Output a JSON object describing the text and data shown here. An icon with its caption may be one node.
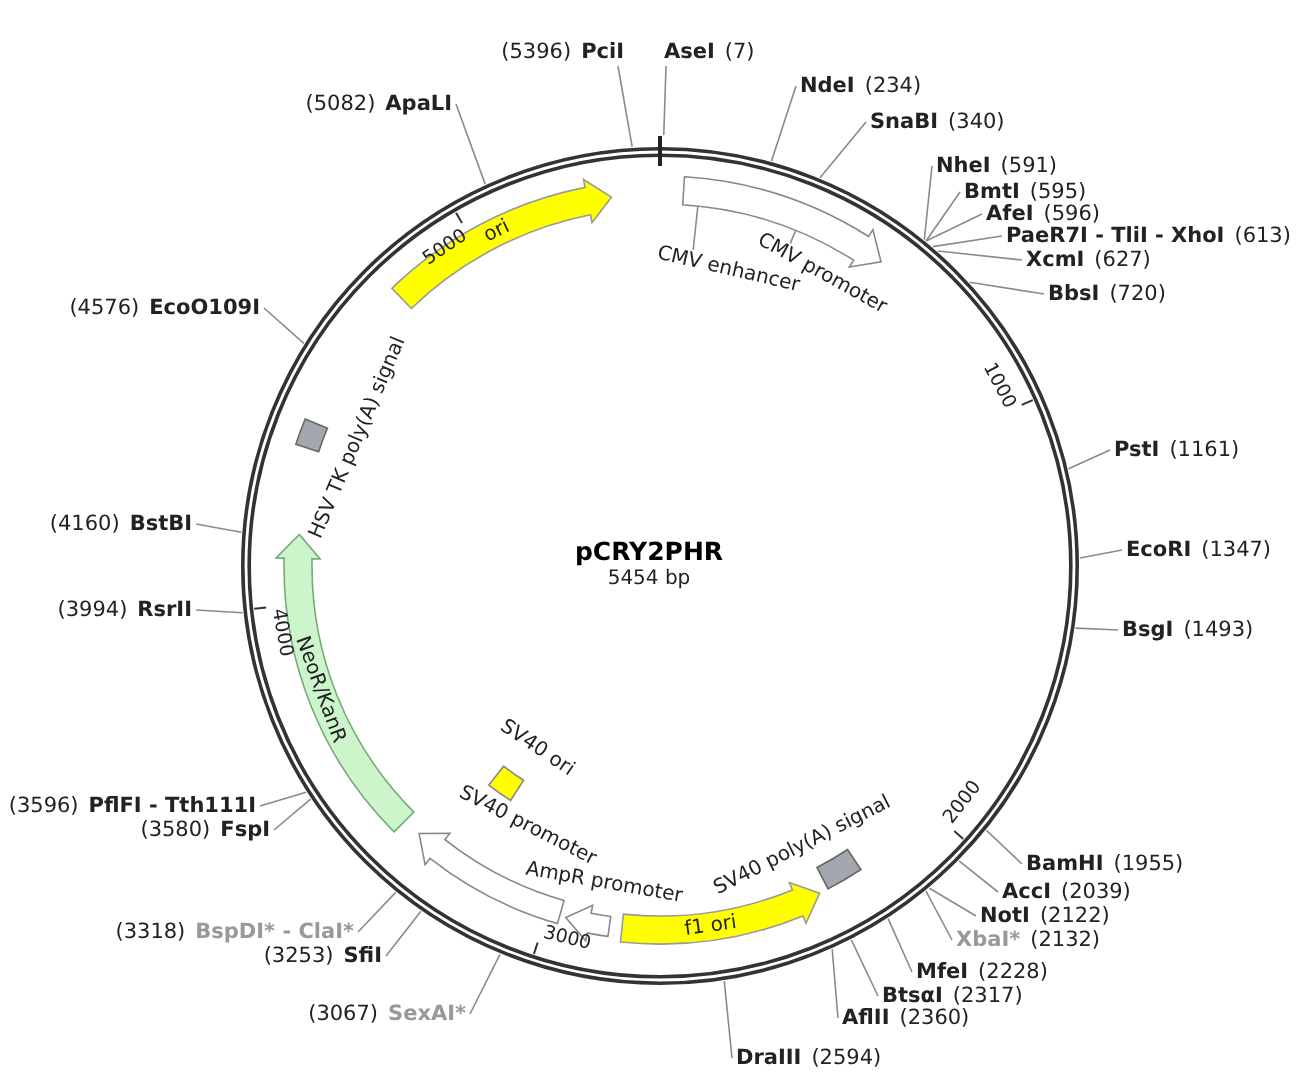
{
  "diagram": {
    "title": "pCRY2PHR",
    "nodes": [
      {
        "text": [],
        "shape": "circle"
      },
      {
        "text": [
          "(5396)",
          "PciI"
        ]
      },
      {
        "text": [
          "AseI",
          "(7)"
        ]
      },
      {
        "text": [
          "NdeI",
          "(234)"
        ]
      },
      {
        "text": [
          "SnaBI",
          "(340)"
        ]
      },
      {
        "text": [
          "NheI",
          "(591)"
        ]
      },
      {
        "text": [
          "BmtI",
          "(595)"
        ]
      },
      {
        "text": [
          "AfeI",
          "(596)"
        ]
      },
      {
        "text": [
          "PaeR7I - TliI - XhoI",
          "(613)"
        ]
      },
      {
        "text": [
          "XcmI",
          "(627)"
        ]
      },
      {
        "text": [
          "BbsI",
          "(720)"
        ]
      },
      {
        "text": [
          "PstI",
          "(1161)"
        ]
      },
      {
        "text": [
          "EcoRI",
          "(1347)"
        ]
      },
      {
        "text": [
          "BsgI",
          "(1493)"
        ]
      },
      {
        "text": [
          "BamHI",
          "(1955)"
        ]
      },
      {
        "text": [
          "AccI",
          "(2039)"
        ]
      },
      {
        "text": [
          "NotI",
          "(2122)"
        ]
      },
      {
        "text": [
          "XbaI*",
          "(2132)"
        ]
      },
      {
        "text": [
          "MfeI",
          "(2228)"
        ]
      },
      {
        "text": [
          "BtsαI",
          "(2317)"
        ]
      },
      {
        "text": [
          "AflII",
          "(2360)"
        ]
      },
      {
        "text": [
          "DraIII",
          "(2594)"
        ]
      },
      {
        "text": [
          "(3067)",
          "SexAI*"
        ]
      },
      {
        "text": [
          "(3253)",
          "SfiI"
        ]
      },
      {
        "text": [
          "(3318)",
          "BspDI* - ClaI*"
        ]
      },
      {
        "text": [
          "(3580)",
          "FspI"
        ]
      },
      {
        "text": [
          "(3596)",
          "PflFI - Tth111I"
        ]
      },
      {
        "text": [
          "(3994)",
          "RsrII"
        ]
      },
      {
        "text": [
          "(4160)",
          "BstBI"
        ]
      },
      {
        "text": [
          "(4576)",
          "EcoO109I"
        ]
      },
      {
        "text": [
          "(5082)",
          "ApaLI"
        ]
      },
      {
        "text": [
          "ori"
        ],
        "in": 0
      },
      {
        "text": [],
        "shape": "arrow",
        "in": 0
      },
      {
        "text": [
          "CMV enhancer"
        ],
        "in": 0
      },
      {
        "text": [
          "CMV promoter"
        ],
        "in": 0
      },
      {
        "text": [
          "HSV TK poly(A) signal"
        ],
        "in": 0
      },
      {
        "text": [
          "NeoR/KanR"
        ],
        "in": 0
      },
      {
        "text": [
          "SV40 ori"
        ],
        "in": 0
      },
      {
        "text": [
          "SV40 promoter"
        ],
        "in": 0
      },
      {
        "text": [
          "AmpR promoter"
        ],
        "in": 0
      },
      {
        "text": [
          "f1 ori"
        ],
        "in": 0
      },
      {
        "text": [
          "SV40 poly(A) signal"
        ],
        "in": 0
      }
    ],
    "edges": [
      {
        "from": 1,
        "to": 0,
        "arrow": "none"
      },
      {
        "from": 2,
        "to": 0,
        "arrow": "none"
      },
      {
        "from": 3,
        "to": 0,
        "arrow": "none"
      },
      {
        "from": 4,
        "to": 0,
        "arrow": "none"
      },
      {
        "from": 5,
        "to": 0,
        "arrow": "none"
      },
      {
        "from": 6,
        "to": 0,
        "arrow": "none"
      },
      {
        "from": 7,
        "to": 0,
        "arrow": "none"
      },
      {
        "from": 8,
        "to": 0,
        "arrow": "none"
      },
      {
        "from": 9,
        "to": 0,
        "arrow": "none"
      },
      {
        "from": 10,
        "to": 0,
        "arrow": "none"
      },
      {
        "from": 11,
        "to": 0,
        "arrow": "none"
      },
      {
        "from": 12,
        "to": 0,
        "arrow": "none"
      },
      {
        "from": 13,
        "to": 0,
        "arrow": "none"
      },
      {
        "from": 14,
        "to": 0,
        "arrow": "none"
      },
      {
        "from": 15,
        "to": 0,
        "arrow": "none"
      },
      {
        "from": 16,
        "to": 0,
        "arrow": "none"
      },
      {
        "from": 17,
        "to": 0,
        "arrow": "none"
      },
      {
        "from": 18,
        "to": 0,
        "arrow": "none"
      },
      {
        "from": 19,
        "to": 0,
        "arrow": "none"
      },
      {
        "from": 20,
        "to": 0,
        "arrow": "none"
      },
      {
        "from": 21,
        "to": 0,
        "arrow": "none"
      },
      {
        "from": 22,
        "to": 0,
        "arrow": "none"
      },
      {
        "from": 23,
        "to": 0,
        "arrow": "none"
      },
      {
        "from": 24,
        "to": 0,
        "arrow": "none"
      },
      {
        "from": 25,
        "to": 0,
        "arrow": "none"
      },
      {
        "from": 26,
        "to": 0,
        "arrow": "none"
      },
      {
        "from": 27,
        "to": 0,
        "arrow": "none"
      },
      {
        "from": 28,
        "to": 0,
        "arrow": "none"
      },
      {
        "from": 29,
        "to": 0,
        "arrow": "none"
      },
      {
        "from": 30,
        "to": 0,
        "arrow": "none"
      },
      {
        "from": 33,
        "to": 32,
        "arrow": "none"
      },
      {
        "from": 34,
        "to": 32,
        "arrow": "none"
      }
    ],
    "labels": [
      "5000",
      "1000",
      "5454 bp",
      "4000",
      "2000",
      "3000"
    ]
  }
}
